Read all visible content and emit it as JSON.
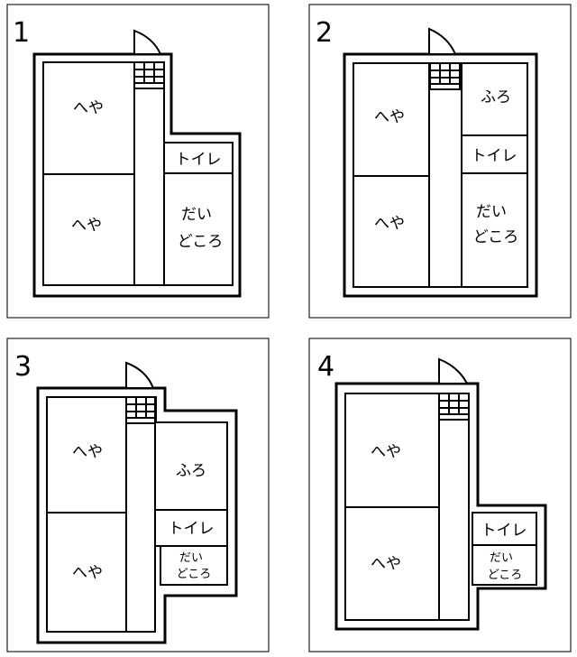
{
  "panels": [
    {
      "number": "1",
      "rooms": {
        "room_a": "へや",
        "room_b": "へや",
        "toilet": "トイレ",
        "kitchen": [
          "だい",
          "どころ"
        ]
      }
    },
    {
      "number": "2",
      "rooms": {
        "room_a": "へや",
        "room_b": "へや",
        "bath": "ふろ",
        "toilet": "トイレ",
        "kitchen": [
          "だい",
          "どころ"
        ]
      }
    },
    {
      "number": "3",
      "rooms": {
        "room_a": "へや",
        "room_b": "へや",
        "bath": "ふろ",
        "toilet": "トイレ",
        "kitchen": [
          "だい",
          "どころ"
        ]
      }
    },
    {
      "number": "4",
      "rooms": {
        "room_a": "へや",
        "room_b": "へや",
        "toilet": "トイレ",
        "kitchen": [
          "だい",
          "どころ"
        ]
      }
    }
  ]
}
